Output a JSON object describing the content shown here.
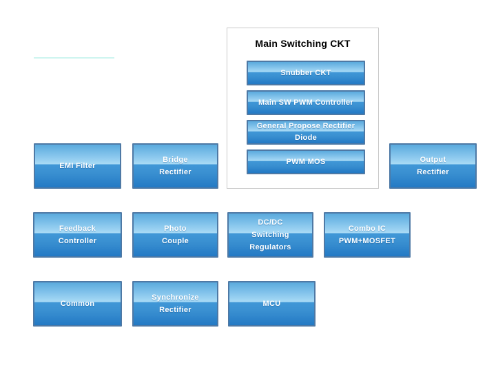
{
  "page": {
    "background": "#ffffff"
  },
  "colors": {
    "button_gradient_top": "#5aaadd",
    "button_gradient_light_band": "#a8daf5",
    "button_gradient_mid": "#4097d7",
    "button_gradient_bottom": "#2379c4",
    "button_border": "#4e79a5",
    "button_text": "#ffffff",
    "group_border": "#c9c9c9",
    "group_title_color": "#000000",
    "artifact_line_color": "#cdf5f0"
  },
  "group": {
    "title": "Main Switching CKT",
    "buttons": [
      {
        "label": "Snubber CKT"
      },
      {
        "label": "Main SW PWM Controller"
      },
      {
        "label": "General Propose Rectifier\nDiode"
      },
      {
        "label": "PWM MOS"
      }
    ]
  },
  "buttons": [
    {
      "label": "EMI Filter"
    },
    {
      "label": "Bridge\nRectifier"
    },
    {
      "label": "Output\nRectifier"
    },
    {
      "label": "Feedback\nController"
    },
    {
      "label": "Photo\nCouple"
    },
    {
      "label": "DC/DC\nSwitching\nRegulators"
    },
    {
      "label": "Combo IC\nPWM+MOSFET"
    },
    {
      "label": "Common"
    },
    {
      "label": "Synchronize\nRectifier"
    },
    {
      "label": "MCU"
    }
  ]
}
